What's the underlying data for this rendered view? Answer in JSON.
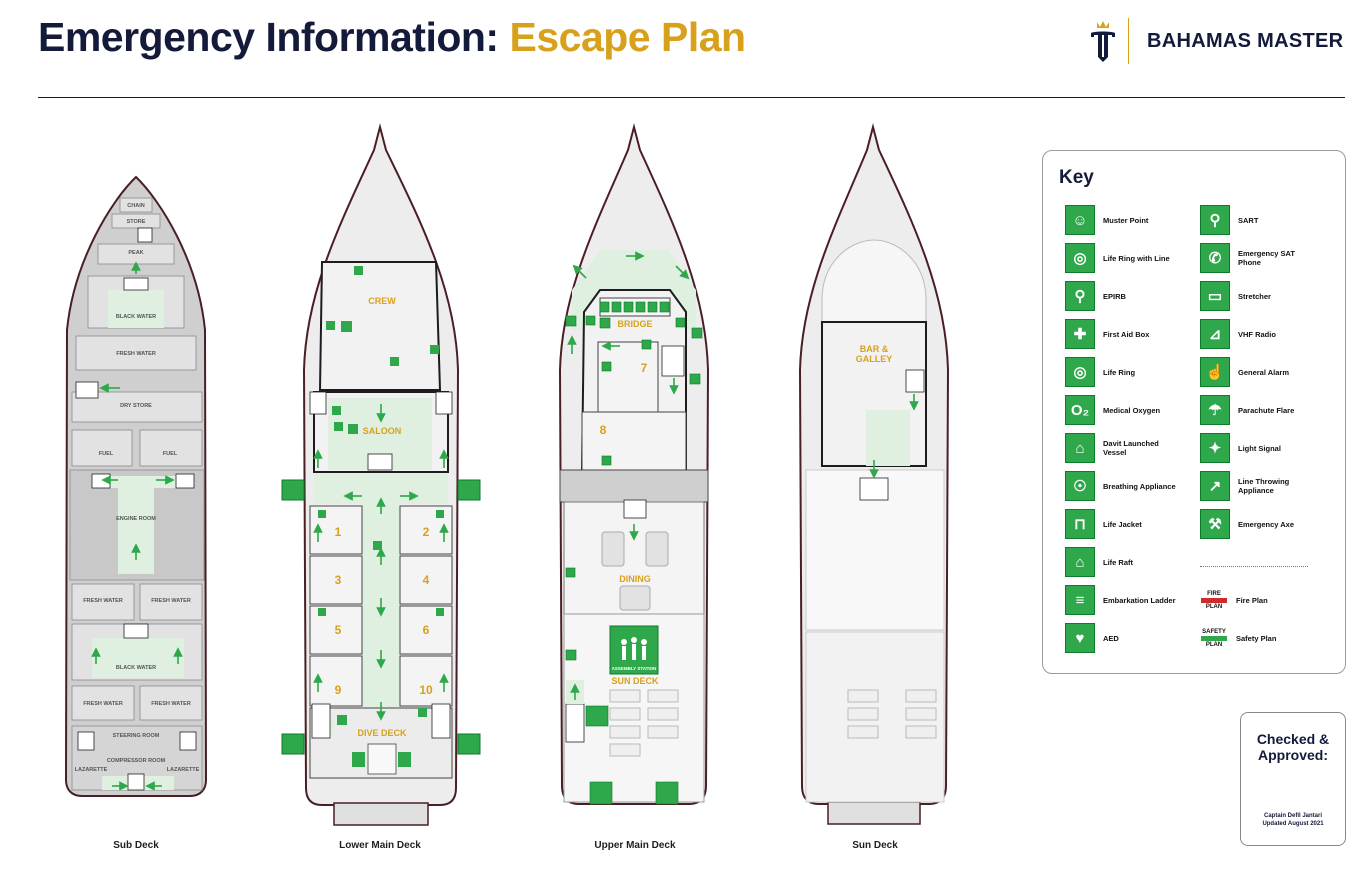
{
  "header": {
    "title_part1": "Emergency Information:",
    "title_part2": "Escape Plan",
    "brand_name": "BAHAMAS MASTER",
    "logo_icon": "trident-crown-icon"
  },
  "colors": {
    "navy": "#141a3a",
    "gold": "#d8a11c",
    "safety_green": "#2ea84a",
    "route_green": "#dff0e0",
    "hull_gray": "#e6e6e6"
  },
  "decks": {
    "sub": {
      "label": "Sub Deck",
      "rooms": [
        "CHAIN",
        "STORE",
        "PEAK",
        "BLACK WATER",
        "FRESH WATER",
        "DRY STORE",
        "FUEL",
        "FUEL",
        "ENGINE ROOM",
        "FRESH WATER",
        "FRESH WATER",
        "BLACK WATER",
        "FRESH WATER",
        "FRESH WATER",
        "STEERING ROOM",
        "COMPRESSOR ROOM",
        "LAZARETTE",
        "LAZARETTE"
      ]
    },
    "lower": {
      "label": "Lower Main Deck",
      "rooms": [
        "CREW",
        "SALOON",
        "DIVE DECK"
      ],
      "cabins": [
        "1",
        "2",
        "3",
        "4",
        "5",
        "6",
        "9",
        "10"
      ]
    },
    "upper": {
      "label": "Upper Main Deck",
      "rooms": [
        "BRIDGE",
        "DINING",
        "SUN DECK"
      ],
      "cabins": [
        "7",
        "8"
      ],
      "assembly_label": "ASSEMBLY STATION"
    },
    "sun": {
      "label": "Sun Deck",
      "rooms": [
        "BAR &",
        "GALLEY"
      ]
    }
  },
  "key": {
    "title": "Key",
    "left": [
      {
        "label": "Muster Point",
        "icon": "muster-point-icon",
        "glyph": "☺"
      },
      {
        "label": "Life Ring with Line",
        "icon": "life-ring-line-icon",
        "glyph": "◎"
      },
      {
        "label": "EPIRB",
        "icon": "epirb-icon",
        "glyph": "⚲"
      },
      {
        "label": "First Aid Box",
        "icon": "first-aid-icon",
        "glyph": "✚"
      },
      {
        "label": "Life Ring",
        "icon": "life-ring-icon",
        "glyph": "◎"
      },
      {
        "label": "Medical Oxygen",
        "icon": "medical-oxygen-icon",
        "glyph": "O₂"
      },
      {
        "label": "Davit Launched Vessel",
        "icon": "davit-vessel-icon",
        "glyph": "⌂"
      },
      {
        "label": "Breathing Appliance",
        "icon": "breathing-appliance-icon",
        "glyph": "☉"
      },
      {
        "label": "Life Jacket",
        "icon": "life-jacket-icon",
        "glyph": "⊓"
      },
      {
        "label": "Life Raft",
        "icon": "life-raft-icon",
        "glyph": "⌂"
      },
      {
        "label": "Embarkation Ladder",
        "icon": "embarkation-ladder-icon",
        "glyph": "≡"
      },
      {
        "label": "AED",
        "icon": "aed-icon",
        "glyph": "♥"
      }
    ],
    "right": [
      {
        "label": "SART",
        "icon": "sart-icon",
        "glyph": "⚲"
      },
      {
        "label": "Emergency SAT Phone",
        "icon": "sat-phone-icon",
        "glyph": "✆"
      },
      {
        "label": "Stretcher",
        "icon": "stretcher-icon",
        "glyph": "▭"
      },
      {
        "label": "VHF Radio",
        "icon": "vhf-radio-icon",
        "glyph": "⊿"
      },
      {
        "label": "General Alarm",
        "icon": "general-alarm-icon",
        "glyph": "☝"
      },
      {
        "label": "Parachute Flare",
        "icon": "parachute-flare-icon",
        "glyph": "☂"
      },
      {
        "label": "Light Signal",
        "icon": "light-signal-icon",
        "glyph": "✦"
      },
      {
        "label": "Line Throwing Appliance",
        "icon": "line-throwing-icon",
        "glyph": "↗"
      },
      {
        "label": "Emergency Axe",
        "icon": "emergency-axe-icon",
        "glyph": "⚒"
      }
    ],
    "plans": [
      {
        "label": "Fire Plan",
        "line1": "FIRE",
        "line2": "PLAN",
        "color": "#d12a2a"
      },
      {
        "label": "Safety Plan",
        "line1": "SAFETY",
        "line2": "PLAN",
        "color": "#2ea84a"
      }
    ]
  },
  "approval": {
    "heading_line1": "Checked &",
    "heading_line2": "Approved:",
    "signer": "Captain Defil Jantari",
    "updated": "Updated August 2021"
  }
}
